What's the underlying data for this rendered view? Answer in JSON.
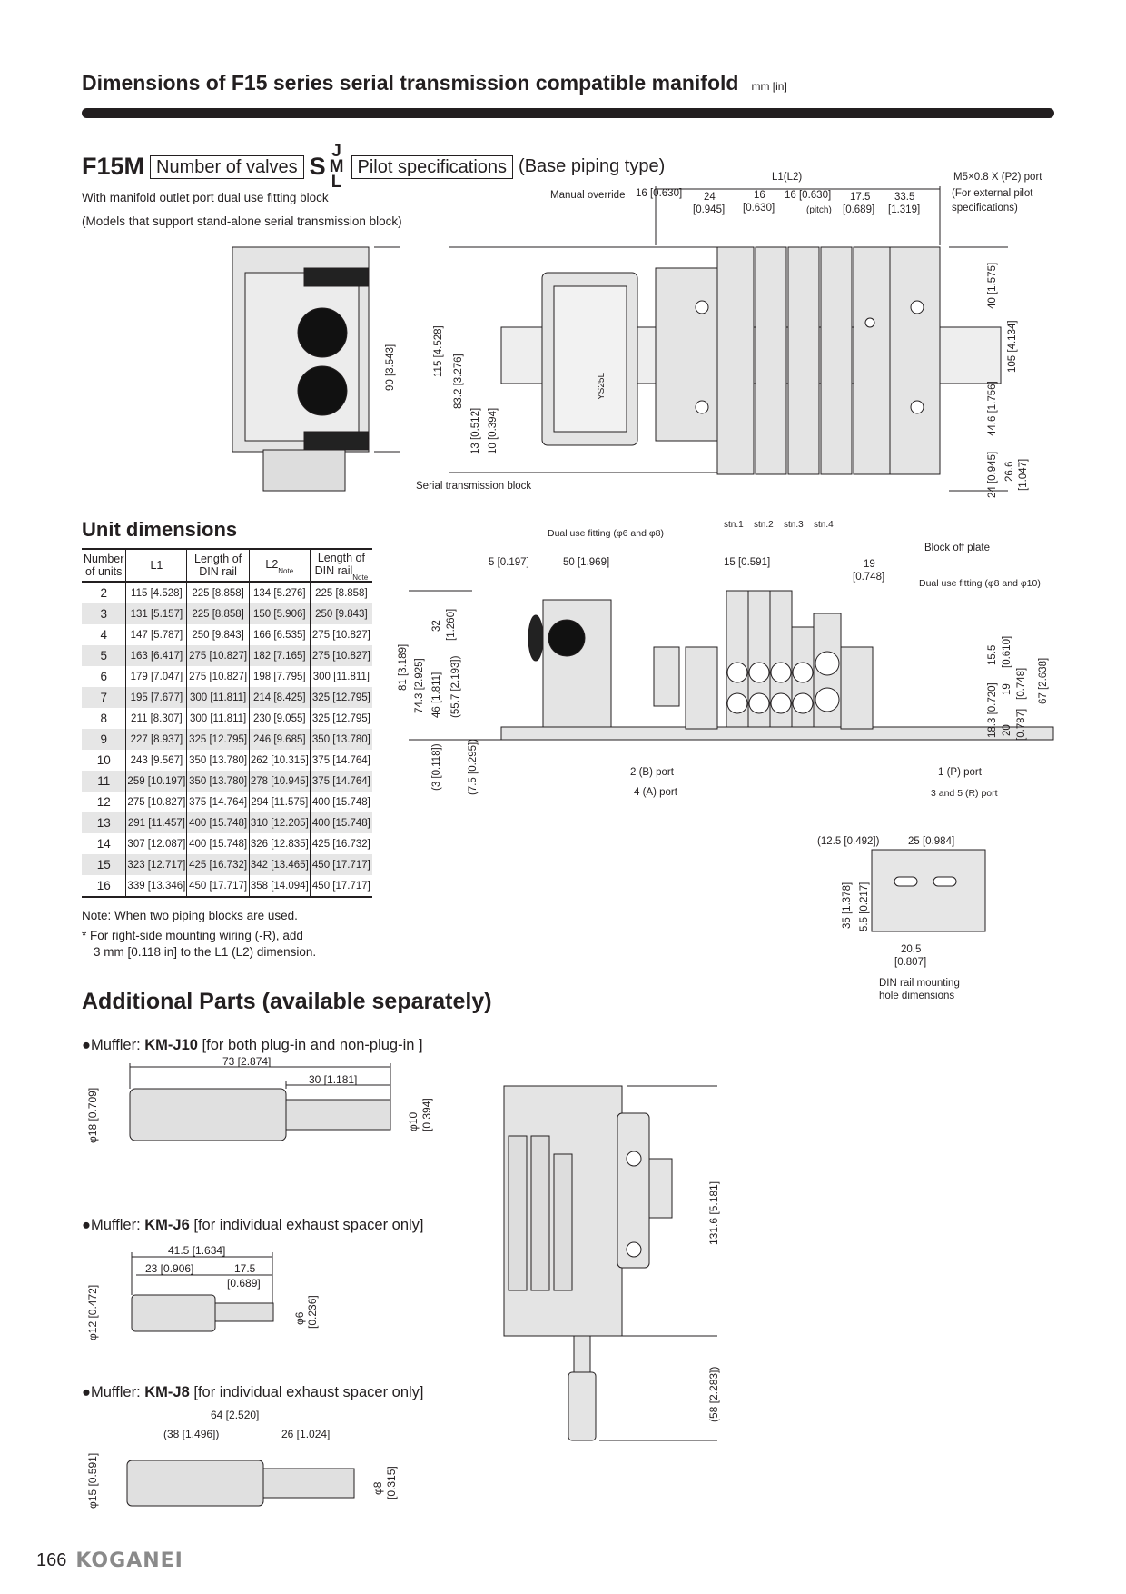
{
  "header": {
    "title": "Dimensions of F15 series serial transmission compatible manifold",
    "unit": "mm [in]"
  },
  "model": {
    "prefix": "F15M",
    "box1": "Number of valves",
    "s": "S",
    "options": [
      "J",
      "M",
      "L"
    ],
    "box2": "Pilot specifications",
    "suffix": "(Base piping type)"
  },
  "subtitle1": "With manifold outlet port dual use fitting block",
  "subtitle2": "(Models that support stand-alone serial transmission block)",
  "top_view": {
    "manual_override": "Manual override",
    "l1l2": "L1(L2)",
    "d1": "16 [0.630]",
    "d2a": "24",
    "d2b": "[0.945]",
    "d3a": "16",
    "d3b": "[0.630]",
    "d4": "16 [0.630]",
    "pitch": "(pitch)",
    "d5a": "17.5",
    "d5b": "[0.689]",
    "d6a": "33.5",
    "d6b": "[1.319]",
    "m5": "M5×0.8  X (P2) port",
    "ext1": "(For external pilot",
    "ext2": "specifications)",
    "serial_block": "Serial transmission block",
    "v1": "90 [3.543]",
    "v2": "115 [4.528]",
    "v3": "83.2 [3.276]",
    "v4": "13 [0.512]",
    "v5": "10 [0.394]",
    "r1": "40 [1.575]",
    "r2": "105 [4.134]",
    "r3": "44.6 [1.756]",
    "r4": "24 [0.945]",
    "r5": "26.6",
    "r6": "[1.047]",
    "module_label": "YS25L"
  },
  "unit_dimensions": {
    "heading": "Unit dimensions",
    "columns": [
      "Number of units",
      "L1",
      "Length of DIN rail",
      "L2",
      "Length of DIN rail"
    ],
    "note_mark": "Note",
    "rows": [
      [
        "2",
        "115 [4.528]",
        "225 [8.858]",
        "134 [5.276]",
        "225 [8.858]"
      ],
      [
        "3",
        "131 [5.157]",
        "225 [8.858]",
        "150 [5.906]",
        "250 [9.843]"
      ],
      [
        "4",
        "147 [5.787]",
        "250 [9.843]",
        "166 [6.535]",
        "275 [10.827]"
      ],
      [
        "5",
        "163 [6.417]",
        "275 [10.827]",
        "182 [7.165]",
        "275 [10.827]"
      ],
      [
        "6",
        "179 [7.047]",
        "275 [10.827]",
        "198 [7.795]",
        "300 [11.811]"
      ],
      [
        "7",
        "195 [7.677]",
        "300 [11.811]",
        "214 [8.425]",
        "325 [12.795]"
      ],
      [
        "8",
        "211 [8.307]",
        "300 [11.811]",
        "230 [9.055]",
        "325 [12.795]"
      ],
      [
        "9",
        "227 [8.937]",
        "325 [12.795]",
        "246 [9.685]",
        "350 [13.780]"
      ],
      [
        "10",
        "243 [9.567]",
        "350 [13.780]",
        "262 [10.315]",
        "375 [14.764]"
      ],
      [
        "11",
        "259 [10.197]",
        "350 [13.780]",
        "278 [10.945]",
        "375 [14.764]"
      ],
      [
        "12",
        "275 [10.827]",
        "375 [14.764]",
        "294 [11.575]",
        "400 [15.748]"
      ],
      [
        "13",
        "291 [11.457]",
        "400 [15.748]",
        "310 [12.205]",
        "400 [15.748]"
      ],
      [
        "14",
        "307 [12.087]",
        "400 [15.748]",
        "326 [12.835]",
        "425 [16.732]"
      ],
      [
        "15",
        "323 [12.717]",
        "425 [16.732]",
        "342 [13.465]",
        "450 [17.717]"
      ],
      [
        "16",
        "339 [13.346]",
        "450 [17.717]",
        "358 [14.094]",
        "450 [17.717]"
      ]
    ],
    "note1": "Note: When two piping blocks are used.",
    "note2": "* For right-side mounting wiring (-R), add",
    "note3": "3 mm [0.118 in] to the L1 (L2) dimension."
  },
  "front_view": {
    "stations": [
      "stn.1",
      "stn.2",
      "stn.3",
      "stn.4"
    ],
    "dual6": "Dual use fitting (φ6 and φ8)",
    "dual8": "Dual use fitting (φ8 and φ10)",
    "block_off": "Block off plate",
    "d5": "5 [0.197]",
    "d50": "50 [1.969]",
    "d15": "15 [0.591]",
    "d19a": "19",
    "d19b": "[0.748]",
    "v81": "81 [3.189]",
    "v743": "74.3 [2.925]",
    "v32a": "32",
    "v32b": "[1.260]",
    "v46": "46 [1.811]",
    "v557": "(55.7 [2.193])",
    "v3": "(3 [0.118])",
    "v75": "(7.5 [0.295])",
    "r155a": "15.5",
    "r155b": "[0.610]",
    "r19a": "19",
    "r19b": "[0.748]",
    "r183": "18.3 [0.720]",
    "r20a": "20",
    "r20b": "[0.787]",
    "r67": "67 [2.638]",
    "port2": "2 (B) port",
    "port4": "4 (A) port",
    "port1": "1 (P) port",
    "port35": "3 and 5 (R) port"
  },
  "din_rail": {
    "d125": "(12.5 [0.492])",
    "d25": "25 [0.984]",
    "v35": "35 [1.378]",
    "v55": "5.5 [0.217]",
    "d205a": "20.5",
    "d205b": "[0.807]",
    "caption1": "DIN rail mounting",
    "caption2": "hole dimensions"
  },
  "additional": {
    "heading": "Additional Parts (available separately)",
    "mufflers": [
      {
        "prefix": "●Muffler: ",
        "model": "KM-J10",
        "desc": " [for both plug-in and non-plug-in ]",
        "dims": {
          "total": "73 [2.874]",
          "part": "30 [1.181]",
          "dia": "φ18 [0.709]",
          "dia2a": "φ10",
          "dia2b": "[0.394]"
        }
      },
      {
        "prefix": "●Muffler: ",
        "model": "KM-J6",
        "desc": " [for individual exhaust spacer only]",
        "dims": {
          "total": "41.5 [1.634]",
          "part1": "23 [0.906]",
          "part2a": "17.5",
          "part2b": "[0.689]",
          "dia": "φ12 [0.472]",
          "dia2a": "φ6",
          "dia2b": "[0.236]"
        }
      },
      {
        "prefix": "●Muffler: ",
        "model": "KM-J8",
        "desc": " [for individual exhaust spacer only]",
        "dims": {
          "total": "64 [2.520]",
          "part1": "(38 [1.496])",
          "part2": "26 [1.024]",
          "dia": "φ15 [0.591]",
          "dia2a": "φ8",
          "dia2b": "[0.315]"
        }
      }
    ],
    "side": {
      "v1316": "131.6 [5.181]",
      "v58": "(58 [2.283])"
    }
  },
  "footer": {
    "page": "166",
    "logo": "KOGANEI"
  }
}
